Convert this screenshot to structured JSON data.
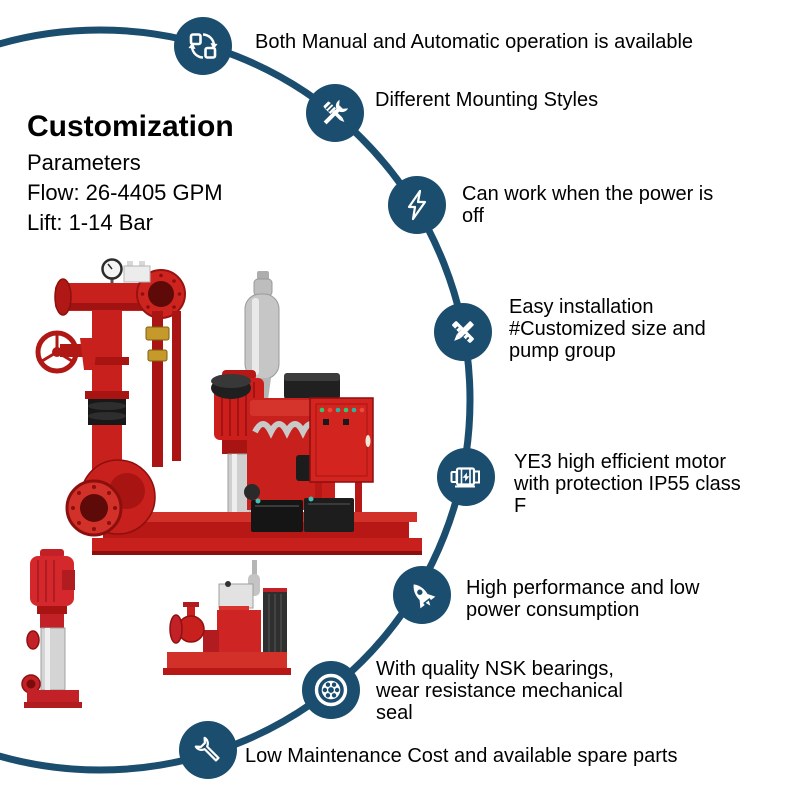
{
  "theme": {
    "accent_blue": "#1a4d6e",
    "text_color": "#000000",
    "pump_red": "#c8201c",
    "pump_dark_red": "#8c0f0d",
    "metal_silver": "#c6c6c6"
  },
  "customization": {
    "title": "Customization",
    "lines": [
      "Parameters",
      "Flow: 26-4405 GPM",
      "Lift: 1-14 Bar"
    ]
  },
  "features": [
    {
      "icon": "sync-icon",
      "text": "Both Manual and Automatic operation is available"
    },
    {
      "icon": "tools-icon",
      "text": "Different Mounting Styles"
    },
    {
      "icon": "lightning-icon",
      "text": "Can work when the power is\noff"
    },
    {
      "icon": "design-icon",
      "text": "Easy installation\n#Customized size and\npump group"
    },
    {
      "icon": "motor-icon",
      "text": "YE3 high efficient motor\nwith protection IP55 class\nF"
    },
    {
      "icon": "rocket-icon",
      "text": "High performance and low\npower consumption"
    },
    {
      "icon": "bearing-icon",
      "text": "With quality NSK bearings,\nwear resistance mechanical\nseal"
    },
    {
      "icon": "wrench-icon",
      "text": "Low Maintenance Cost and available spare parts"
    }
  ],
  "images": [
    {
      "name": "main-fire-pump-set"
    },
    {
      "name": "vertical-multistage-pump"
    },
    {
      "name": "small-diesel-pump-set"
    }
  ]
}
